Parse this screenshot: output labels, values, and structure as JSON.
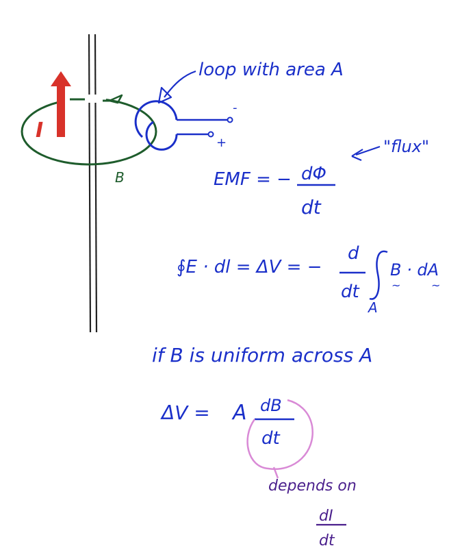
{
  "colors": {
    "ink_blue": "#1a2fc9",
    "ink_green": "#1e5c2c",
    "ink_red": "#d8322a",
    "ink_purple": "#4a1f8c",
    "highlight_pink": "#d98ad6",
    "wire_gray": "#222222"
  },
  "diagram": {
    "current_label": "I",
    "field_label": "B",
    "loop_label": "loop with area A",
    "minus_terminal": "-",
    "plus_terminal": "+",
    "flux_label": "\"flux\""
  },
  "equations": {
    "emf_lhs": "EMF = −",
    "emf_num": "dΦ",
    "emf_den": "dt",
    "line_integral_lhs": "∮E · dl = ΔV = −",
    "line_integral_num": "d",
    "line_integral_den": "dt",
    "surface_integrand": "B · dA",
    "surface_subscript": "A",
    "uniform_statement": "if B is uniform across A",
    "result_lhs": "ΔV =",
    "result_coef": "A",
    "result_num": "dB",
    "result_den": "dt",
    "depends_on": "depends on",
    "depends_num": "dI",
    "depends_den": "dt"
  }
}
